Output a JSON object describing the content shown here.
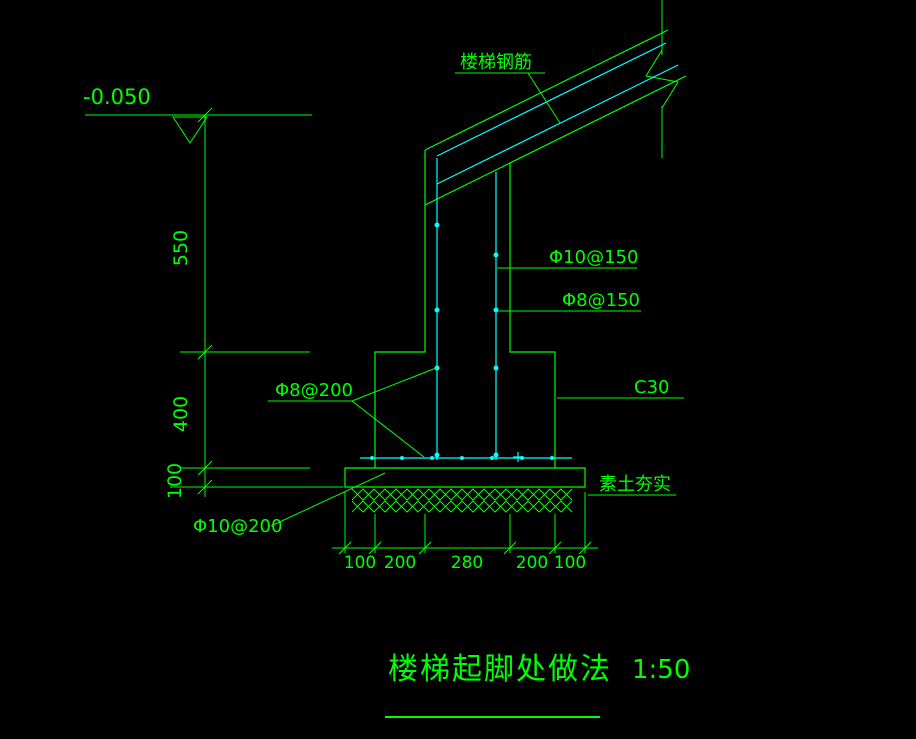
{
  "colors": {
    "background": "#000000",
    "green": "#00ff00",
    "cyan": "#00ffff"
  },
  "elevation": {
    "value": "-0.050"
  },
  "labels": {
    "stair_rebar": "楼梯钢筋",
    "wall_vertical_rebar": "Φ10@150",
    "wall_horizontal_rebar": "Φ8@150",
    "dowel_rebar": "Φ8@200",
    "footing_rebar": "Φ10@200",
    "concrete_grade": "C30",
    "soil": "素土夯实"
  },
  "dimensions": {
    "vertical": [
      "550",
      "400",
      "100"
    ],
    "horizontal": [
      "100",
      "200",
      "280",
      "200",
      "100"
    ]
  },
  "title": {
    "text": "楼梯起脚处做法",
    "scale": "1:50"
  }
}
